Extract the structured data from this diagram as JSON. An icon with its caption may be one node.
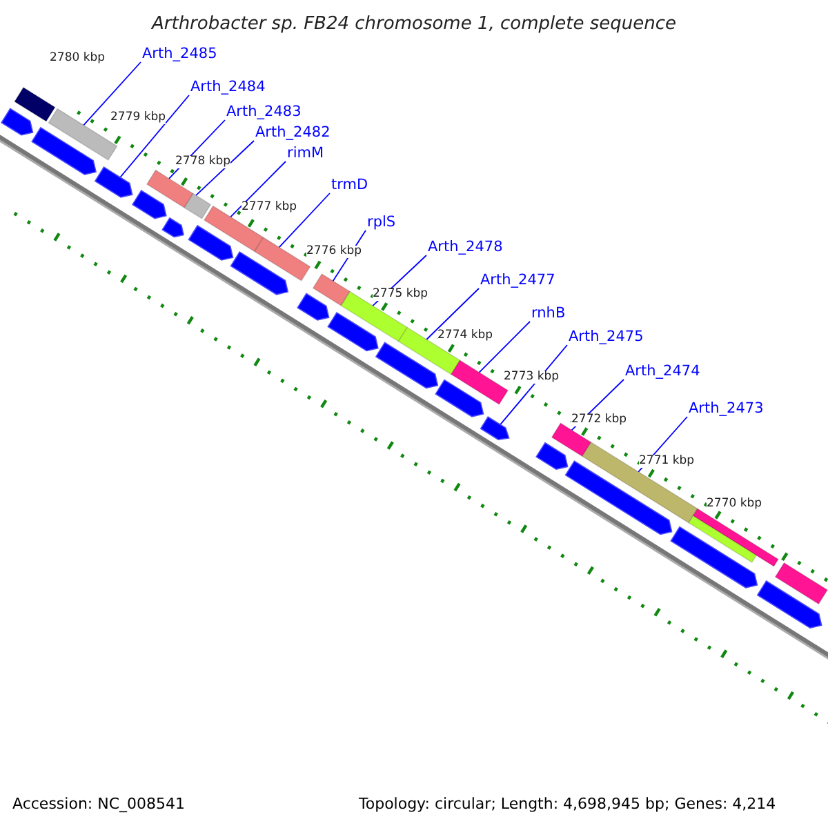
{
  "diagram": {
    "title": "Arthrobacter sp. FB24 chromosome 1, complete sequence",
    "nodes": [
      {
        "text": [
          "Arth_2485"
        ]
      },
      {
        "text": [
          "Arth_2484"
        ]
      },
      {
        "text": [
          "Arth_2483"
        ]
      },
      {
        "text": [
          "Arth_2482"
        ]
      },
      {
        "text": [
          "rimM"
        ]
      },
      {
        "text": [
          "trmD"
        ]
      },
      {
        "text": [
          "rplS"
        ]
      },
      {
        "text": [
          "Arth_2478"
        ]
      },
      {
        "text": [
          "Arth_2477"
        ]
      },
      {
        "text": [
          "rnhB"
        ]
      },
      {
        "text": [
          "Arth_2475"
        ]
      },
      {
        "text": [
          "Arth_2474"
        ]
      },
      {
        "text": [
          "Arth_2473"
        ]
      },
      {
        "text": [],
        "shape": "bar"
      },
      {
        "text": [],
        "shape": "bar"
      },
      {
        "text": [],
        "shape": "bar"
      },
      {
        "text": [],
        "shape": "bar"
      },
      {
        "text": [],
        "shape": "bar"
      },
      {
        "text": [],
        "shape": "bar"
      },
      {
        "text": [],
        "shape": "bar"
      },
      {
        "text": [],
        "shape": "bar"
      },
      {
        "text": [],
        "shape": "bar"
      },
      {
        "text": [],
        "shape": "bar"
      },
      {
        "text": [],
        "shape": "bar"
      },
      {
        "text": [],
        "shape": "bar"
      },
      {
        "text": [],
        "shape": "bar"
      },
      {
        "text": [],
        "shape": "bar"
      },
      {
        "text": [],
        "shape": "bar"
      },
      {
        "text": [],
        "shape": "bar"
      }
    ],
    "edges": [
      {
        "from": 0,
        "to": 14,
        "arrow": "none"
      },
      {
        "from": 1,
        "to": 15,
        "arrow": "none"
      },
      {
        "from": 2,
        "to": 16,
        "arrow": "none"
      },
      {
        "from": 3,
        "to": 17,
        "arrow": "none"
      },
      {
        "from": 4,
        "to": 18,
        "arrow": "none"
      },
      {
        "from": 5,
        "to": 19,
        "arrow": "none"
      },
      {
        "from": 6,
        "to": 20,
        "arrow": "none"
      },
      {
        "from": 7,
        "to": 21,
        "arrow": "none"
      },
      {
        "from": 8,
        "to": 22,
        "arrow": "none"
      },
      {
        "from": 9,
        "to": 23,
        "arrow": "none"
      },
      {
        "from": 10,
        "to": 24,
        "arrow": "none"
      },
      {
        "from": 11,
        "to": 25,
        "arrow": "none"
      },
      {
        "from": 12,
        "to": 26,
        "arrow": "none"
      }
    ],
    "labels": [
      "2780 kbp",
      "2779 kbp",
      "2778 kbp",
      "2777 kbp",
      "2776 kbp",
      "2775 kbp",
      "2774 kbp",
      "2773 kbp",
      "2772 kbp",
      "2771 kbp",
      "2770 kbp",
      "Accession: NC_008541",
      "Topology: circular; Length: 4,698,945 bp; Genes: 4,214"
    ]
  }
}
